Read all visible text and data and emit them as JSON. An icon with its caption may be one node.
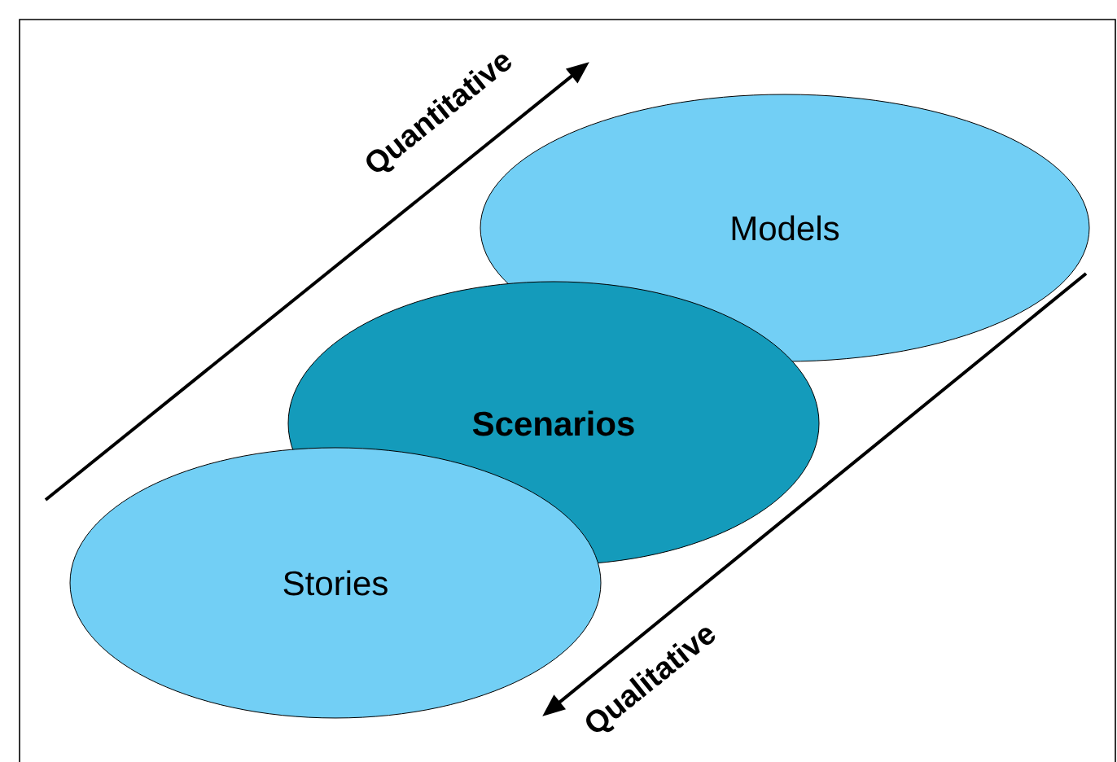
{
  "diagram": {
    "nodes": [
      {
        "text": [
          "Models"
        ]
      },
      {
        "text": [
          "Scenarios"
        ]
      },
      {
        "text": [
          "Stories"
        ]
      }
    ],
    "labels": [
      "Quantitative",
      "Qualitative"
    ]
  }
}
